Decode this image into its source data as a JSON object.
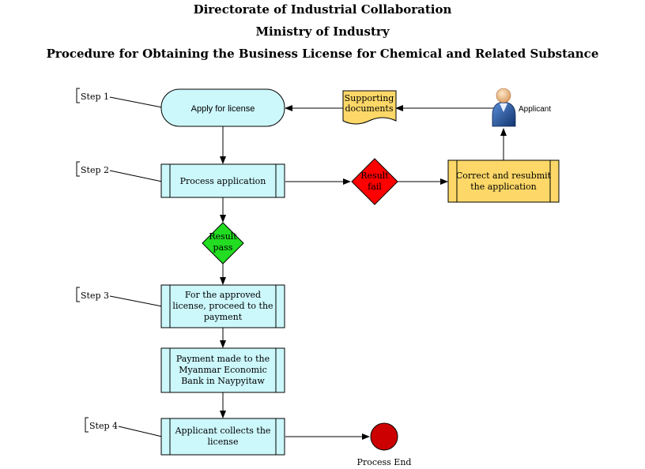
{
  "titles": {
    "line1": "Directorate of Industrial Collaboration",
    "line2": "Ministry of Industry",
    "line3": "Procedure for Obtaining the Business License for Chemical and Related Substance"
  },
  "steps": {
    "step1": "Step 1",
    "step2": "Step 2",
    "step3": "Step 3",
    "step4": "Step 4"
  },
  "nodes": {
    "apply": "Apply for license",
    "supporting": [
      "Supporting",
      "documents"
    ],
    "applicant": "Applicant",
    "process": "Process application",
    "result_fail": [
      "Result",
      "fail"
    ],
    "correct": [
      "Correct and resubmit",
      "the application"
    ],
    "result_pass": [
      "Result",
      "pass"
    ],
    "approved": [
      "For the approved",
      "license, proceed to the",
      "payment"
    ],
    "payment": [
      "Payment made to the",
      "Myanmar Economic",
      "Bank in Naypyitaw"
    ],
    "collect": [
      "Applicant collects the",
      "license"
    ],
    "end": "Process End"
  },
  "colors": {
    "process_fill": "#ccf7fb",
    "document_fill": "#fdd868",
    "correct_fill": "#fdd868",
    "fail_fill": "#ff0000",
    "pass_fill": "#22dd22",
    "end_fill": "#cc0000"
  }
}
